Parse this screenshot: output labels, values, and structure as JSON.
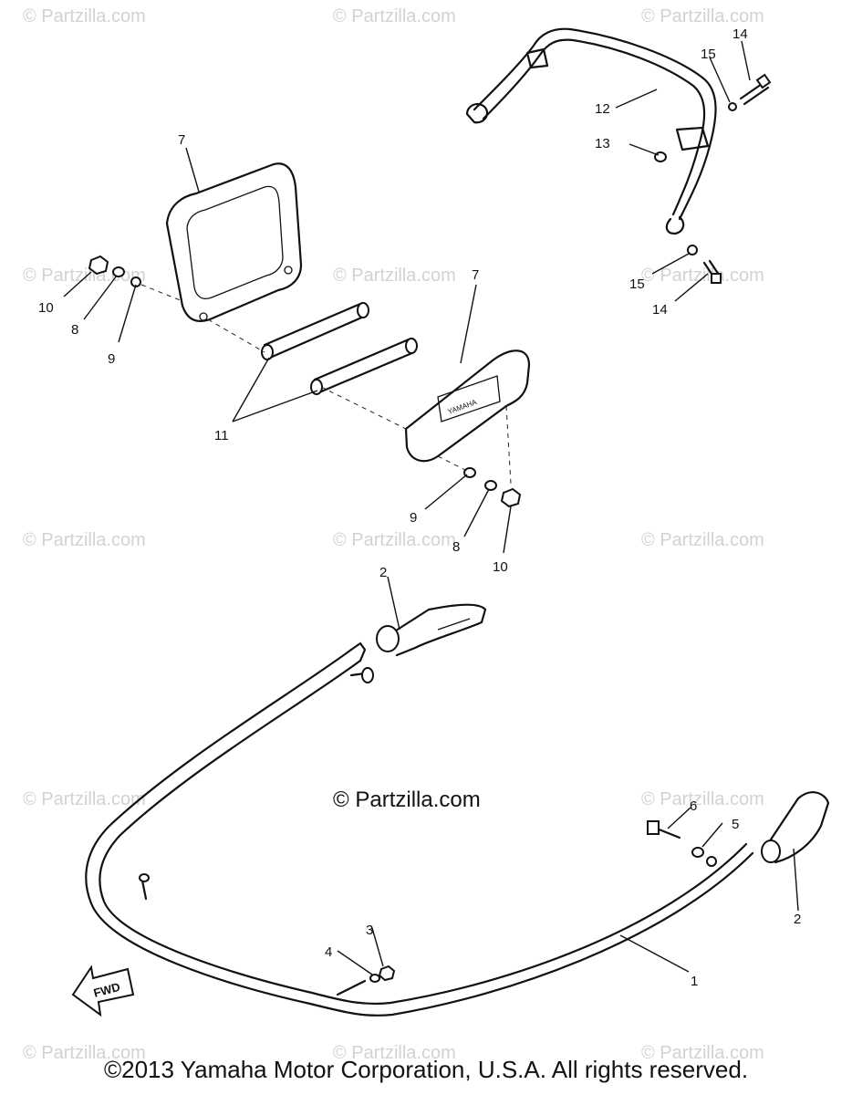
{
  "watermark": "© Partzilla.com",
  "center_mark": "© Partzilla.com",
  "copyright": "©2013  Yamaha Motor Corporation, U.S.A. All rights reserved.",
  "fwd_arrow_label": "FWD",
  "plate_logo_text": "YAMAHA",
  "callouts": {
    "c1": "1",
    "c2a": "2",
    "c2b": "2",
    "c3": "3",
    "c4": "4",
    "c5": "5",
    "c6": "6",
    "c7a": "7",
    "c7b": "7",
    "c8a": "8",
    "c8b": "8",
    "c9a": "9",
    "c9b": "9",
    "c10a": "10",
    "c10b": "10",
    "c11": "11",
    "c12": "12",
    "c13": "13",
    "c14a": "14",
    "c14b": "14",
    "c15a": "15",
    "c15b": "15"
  }
}
